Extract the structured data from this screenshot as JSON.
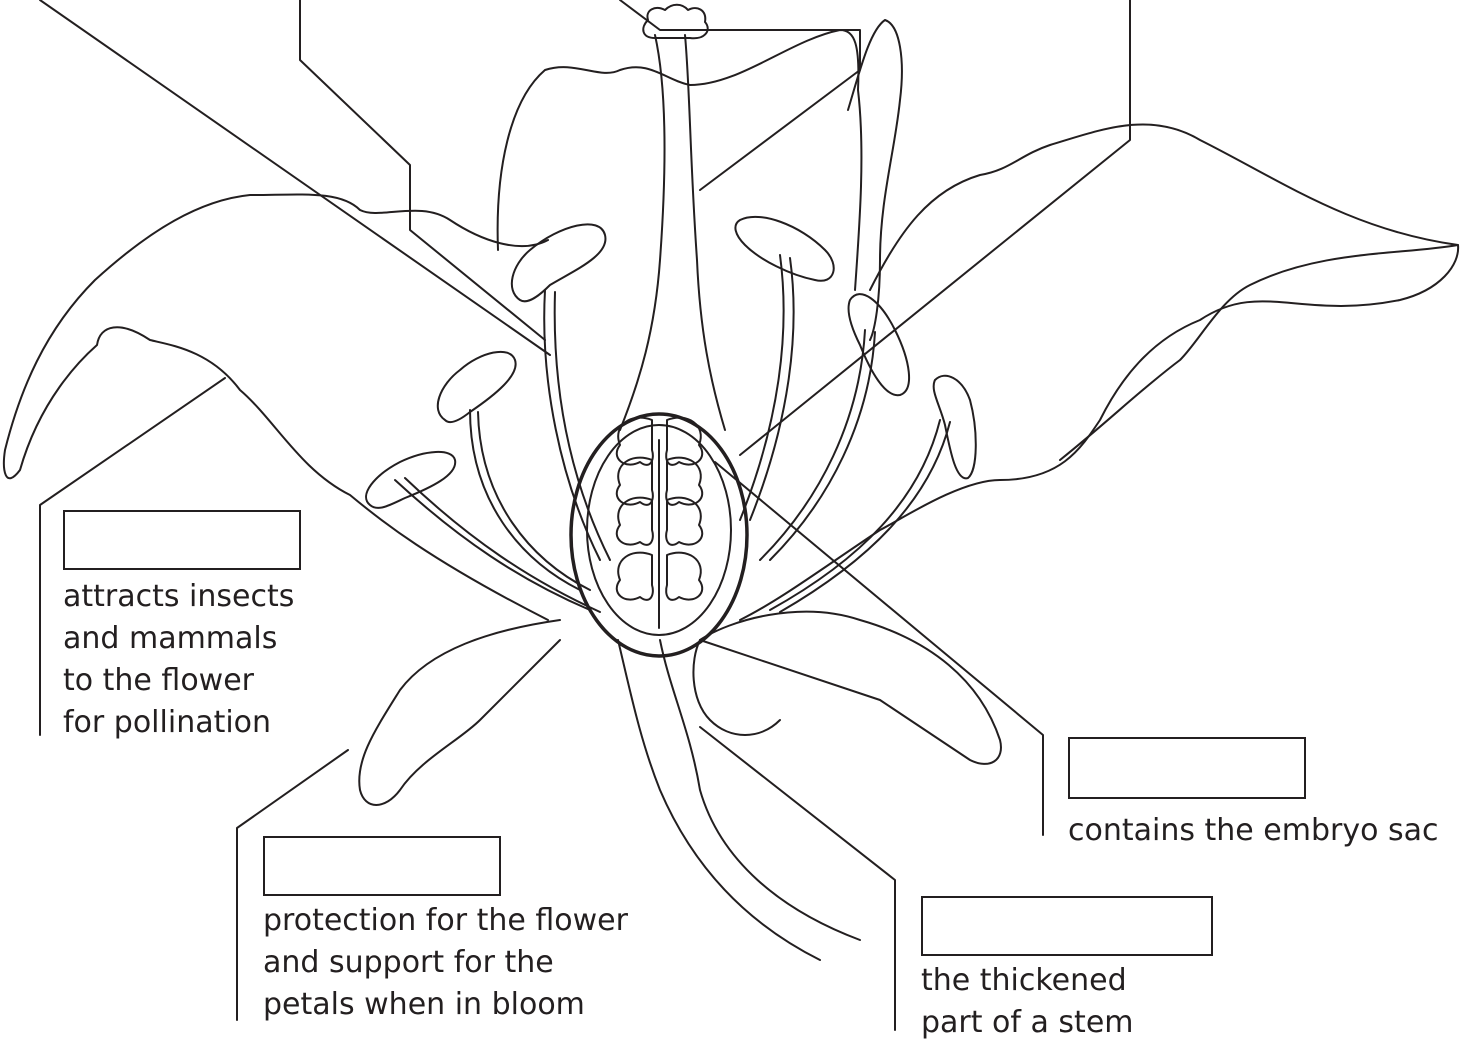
{
  "labels": [
    {
      "id": "petal",
      "answer": "",
      "lines": [
        "attracts insects",
        "and mammals",
        "to the flower",
        "for pollination"
      ]
    },
    {
      "id": "sepal",
      "answer": "",
      "lines": [
        "protection for the flower",
        "and support for the",
        "petals when in bloom"
      ]
    },
    {
      "id": "receptacle",
      "answer": "",
      "lines": [
        "the thickened",
        "part of a stem"
      ]
    },
    {
      "id": "ovary",
      "answer": "",
      "lines": [
        "contains the embryo sac"
      ]
    }
  ],
  "colors": {
    "ink": "#231f20",
    "background": "#ffffff"
  }
}
